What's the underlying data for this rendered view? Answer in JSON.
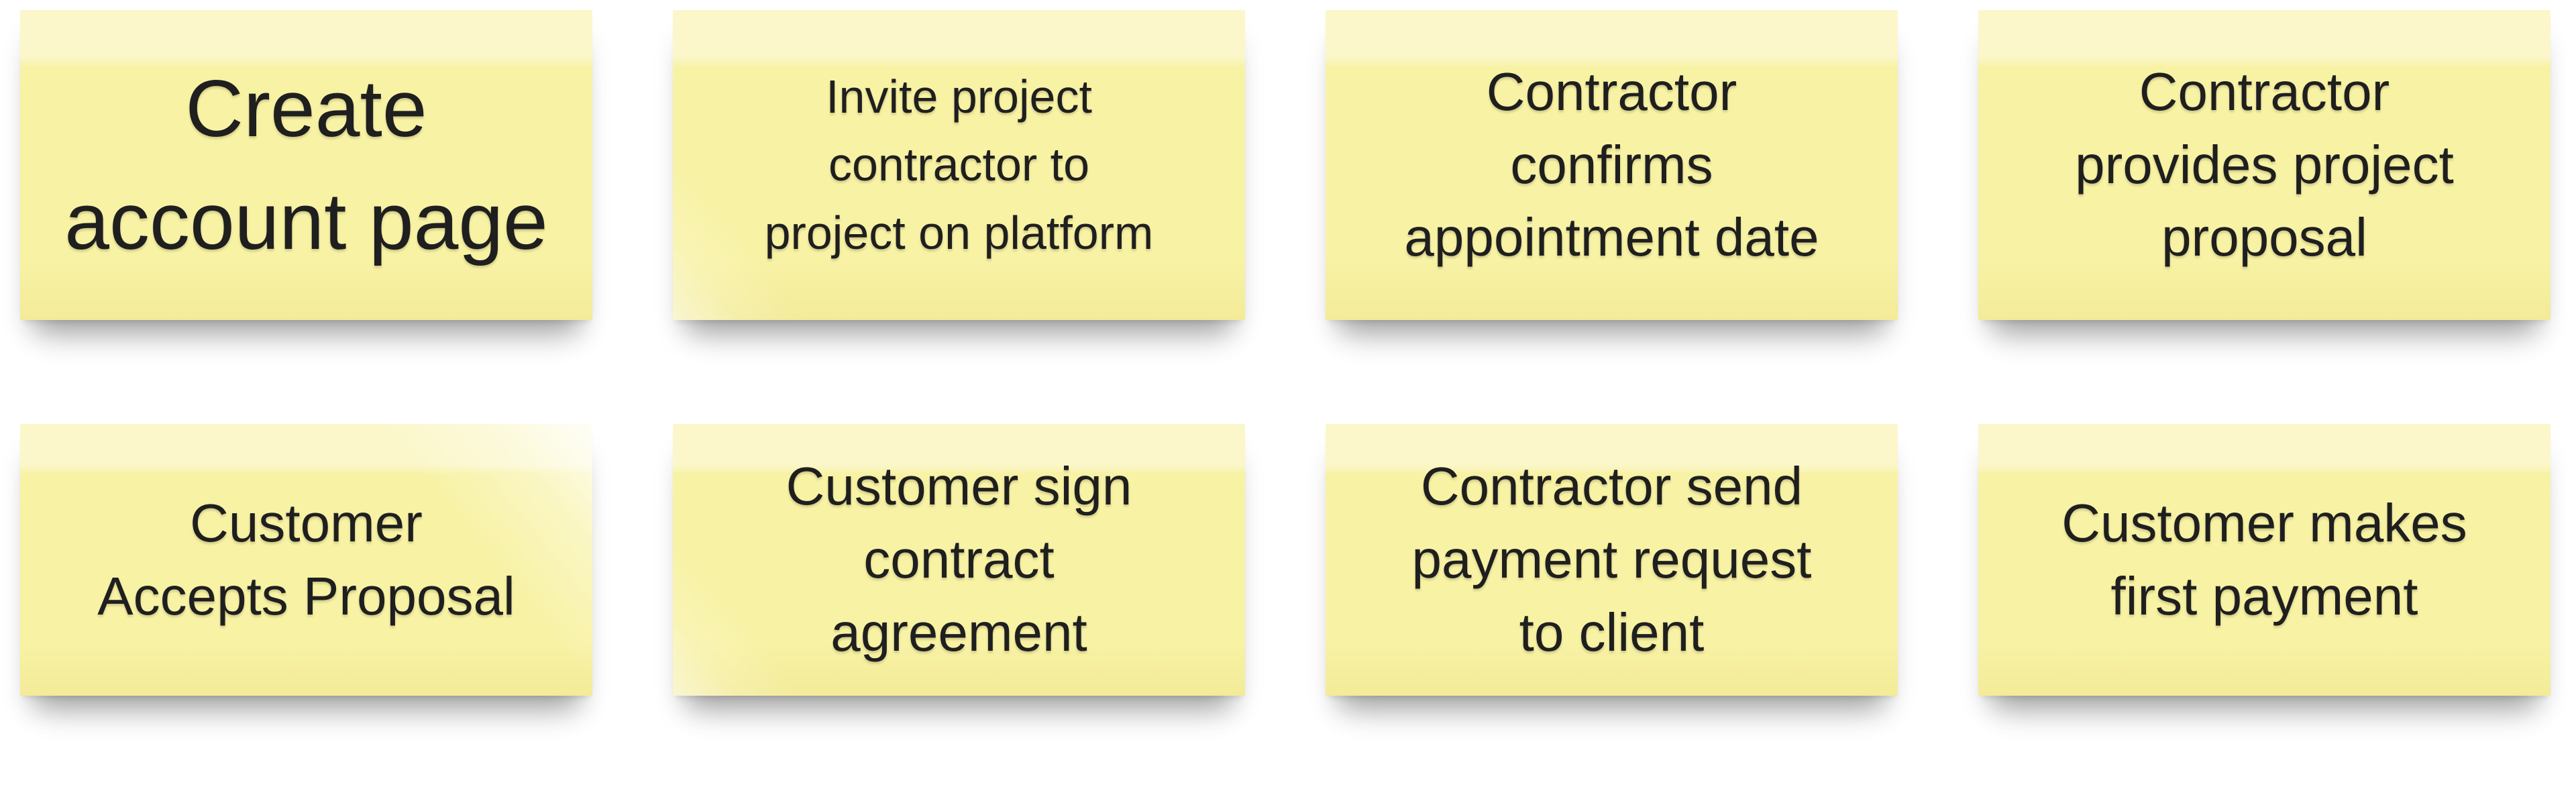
{
  "colors": {
    "background": "#ffffff",
    "note_main": "#f8f2a5",
    "note_light": "#fbf7ca",
    "note_dark": "#f3eb98",
    "text": "#1f1f1f"
  },
  "notes": [
    {
      "id": "create-account-page",
      "lines": [
        "Create",
        "account page"
      ]
    },
    {
      "id": "invite-project-contractor",
      "lines": [
        "Invite project",
        "contractor to",
        "project on platform"
      ]
    },
    {
      "id": "contractor-confirms-date",
      "lines": [
        "Contractor",
        "confirms",
        "appointment date"
      ]
    },
    {
      "id": "contractor-provides-proposal",
      "lines": [
        "Contractor",
        "provides project",
        "proposal"
      ]
    },
    {
      "id": "customer-accepts-proposal",
      "lines": [
        "Customer",
        "Accepts Proposal"
      ]
    },
    {
      "id": "customer-sign-contract",
      "lines": [
        "Customer sign",
        "contract",
        "agreement"
      ]
    },
    {
      "id": "contractor-send-payment-request",
      "lines": [
        "Contractor send",
        "payment request",
        "to client"
      ]
    },
    {
      "id": "customer-makes-first-payment",
      "lines": [
        "Customer makes",
        "first payment"
      ]
    }
  ]
}
